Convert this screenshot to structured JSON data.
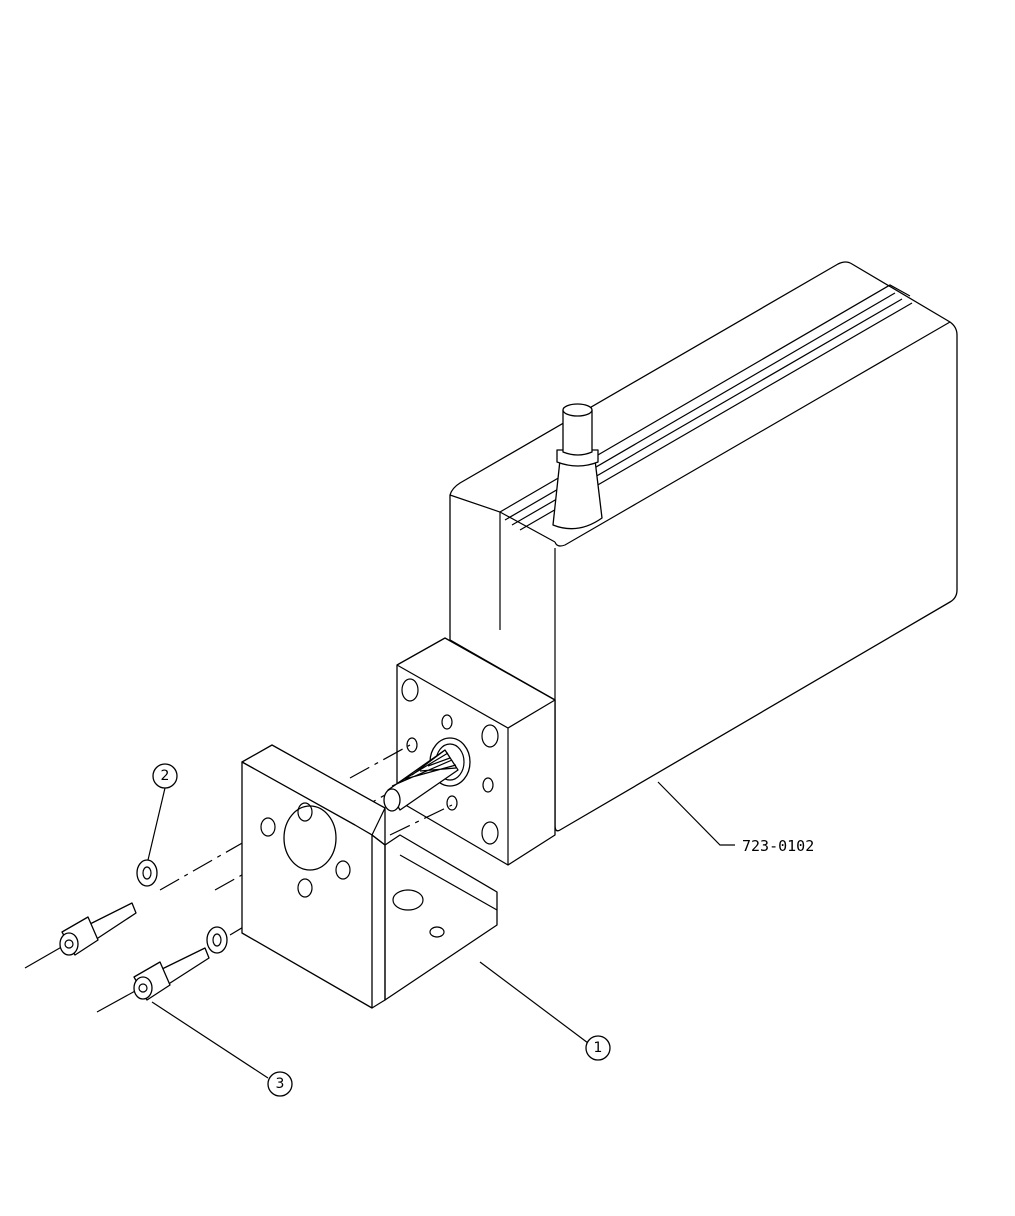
{
  "drawing": {
    "part_number_label": "723-0102",
    "balloons": [
      {
        "id": "1"
      },
      {
        "id": "2"
      },
      {
        "id": "3"
      }
    ]
  }
}
